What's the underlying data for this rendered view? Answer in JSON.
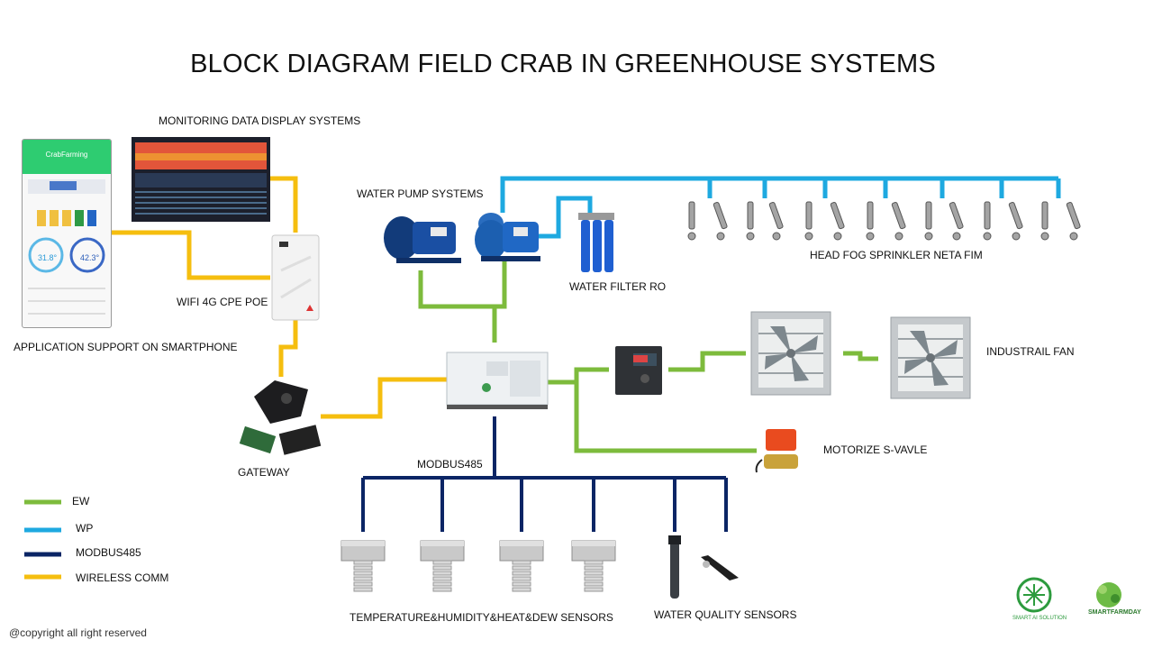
{
  "title": "BLOCK DIAGRAM FIELD CRAB IN GREENHOUSE SYSTEMS",
  "labels": {
    "monitoring": "MONITORING DATA DISPLAY SYSTEMS",
    "water_pump": "WATER PUMP SYSTEMS",
    "water_filter": "WATER FILTER RO",
    "head_fog": "HEAD FOG SPRINKLER NETA FIM",
    "wifi": "WIFI 4G CPE POE",
    "app_support": "APPLICATION  SUPPORT ON SMARTPHONE",
    "gateway": "GATEWAY",
    "industrial_fan": "INDUSTRAIL FAN",
    "valve": "MOTORIZE  S-VAVLE",
    "modbus": "MODBUS485",
    "temp_sensors": "TEMPERATURE&HUMIDITY&HEAT&DEW  SENSORS",
    "water_sensors": "WATER QUALITY SENSORS"
  },
  "phone": {
    "app_name": "CrabFarming",
    "reading_1": "31.8°",
    "reading_2": "42.3°"
  },
  "legend": [
    {
      "label": "EW",
      "color": "#7dbb3c"
    },
    {
      "label": "WP",
      "color": "#1ea9e0"
    },
    {
      "label": "MODBUS485",
      "color": "#0b2565"
    },
    {
      "label": "WIRELESS COMM",
      "color": "#f5be0f"
    }
  ],
  "copyright": "@copyright  all right reserved",
  "logos": {
    "left": "SMART AI SOLUTION",
    "right": "SMARTFARMDAY"
  }
}
